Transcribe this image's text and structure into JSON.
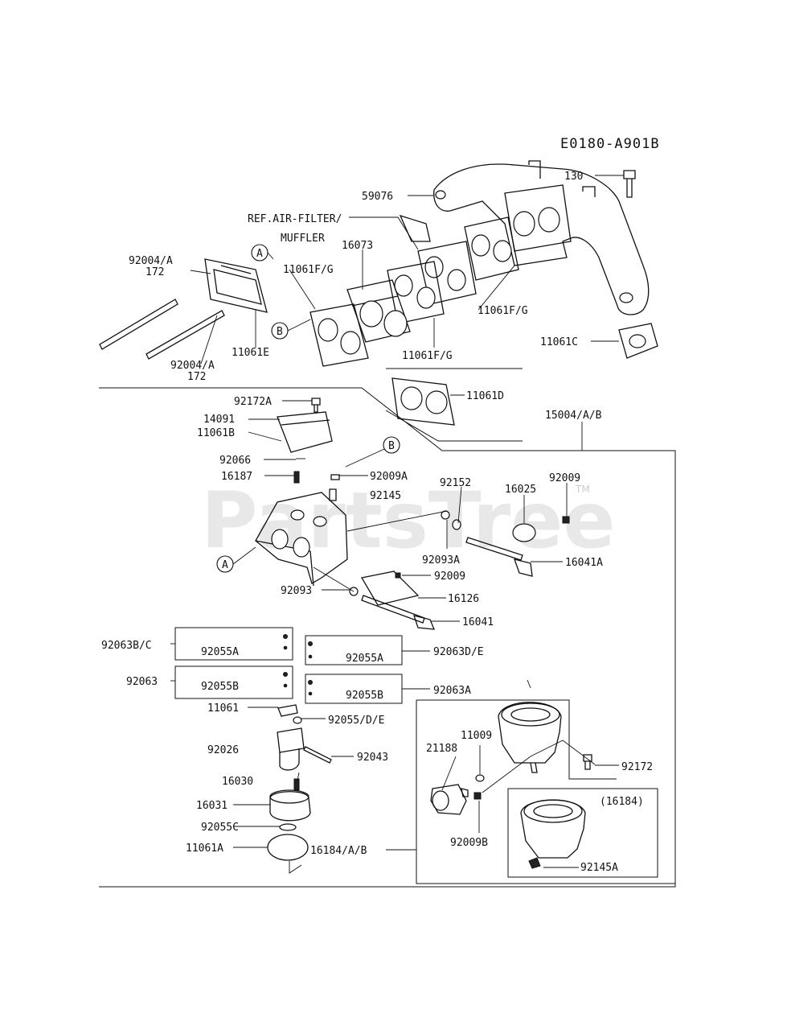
{
  "diagram_code": "E0180-A901B",
  "watermark": {
    "text": "PartsTree",
    "tm": "TM"
  },
  "ref_note": {
    "line1": "REF.AIR-FILTER/",
    "line2": "MUFFLER"
  },
  "markers": {
    "a": "A",
    "b": "B"
  },
  "labels": {
    "p130": "130",
    "p59076": "59076",
    "p16073": "16073",
    "p92004a_top": "92004/A",
    "p172_top": "172",
    "p11061fg_1": "11061F/G",
    "p11061fg_2": "11061F/G",
    "p11061fg_3": "11061F/G",
    "p11061e": "11061E",
    "p92004a_bot": "92004/A",
    "p172_bot": "172",
    "p11061c": "11061C",
    "p11061d": "11061D",
    "p92172a": "92172A",
    "p15004": "15004/A/B",
    "p14091": "14091",
    "p11061b": "11061B",
    "p92066": "92066",
    "p16187": "16187",
    "p92009a": "92009A",
    "p92145": "92145",
    "p92152": "92152",
    "p16025": "16025",
    "p92009_r": "92009",
    "p92093a": "92093A",
    "p16041a": "16041A",
    "p92009_m": "92009",
    "p92093": "92093",
    "p16126": "16126",
    "p16041": "16041",
    "p92063bc": "92063B/C",
    "p92055a_1": "92055A",
    "p92055a_2": "92055A",
    "p92063de": "92063D/E",
    "p92063": "92063",
    "p92055b_1": "92055B",
    "p92055b_2": "92055B",
    "p92063a": "92063A",
    "p11061": "11061",
    "p92055de": "92055/D/E",
    "p92026": "92026",
    "p92043": "92043",
    "p11009": "11009",
    "p21188": "21188",
    "p92172": "92172",
    "p16184_ref": "(16184)",
    "p16030": "16030",
    "p16031": "16031",
    "p92055c": "92055C",
    "p11061a": "11061A",
    "p16184ab": "16184/A/B",
    "p92009b": "92009B",
    "p92145a": "92145A"
  }
}
